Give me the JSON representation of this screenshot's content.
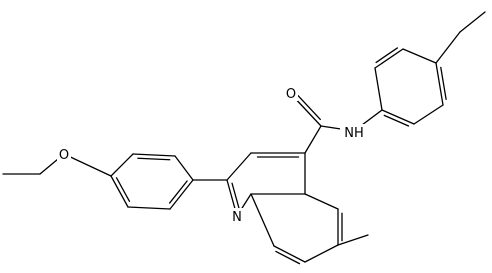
{
  "molecule": {
    "atoms": [
      {
        "id": "O_carbonyl",
        "label": "O"
      },
      {
        "id": "N_amide",
        "label": "NH"
      },
      {
        "id": "N_ring",
        "label": "N"
      },
      {
        "id": "O_ether",
        "label": "O"
      }
    ]
  },
  "colors": {
    "bond": "#000000",
    "label": "#000000",
    "background": "#ffffff"
  }
}
